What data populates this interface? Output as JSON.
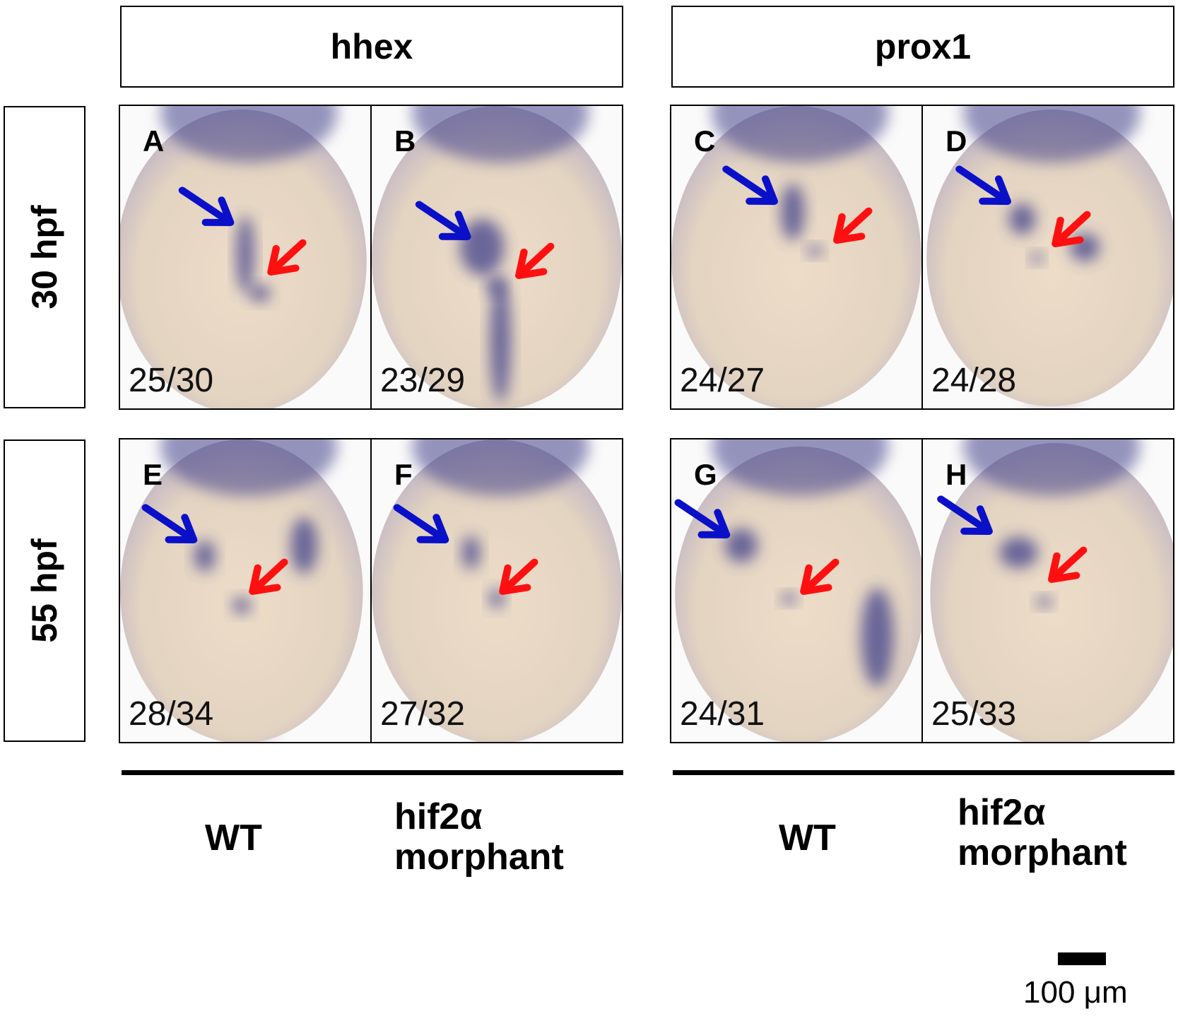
{
  "genes": [
    "hhex",
    "prox1"
  ],
  "timepoints": [
    "30 hpf",
    "55 hpf"
  ],
  "panels": [
    {
      "letter": "A",
      "count": "25/30"
    },
    {
      "letter": "B",
      "count": "23/29"
    },
    {
      "letter": "C",
      "count": "24/27"
    },
    {
      "letter": "D",
      "count": "24/28"
    },
    {
      "letter": "E",
      "count": "28/34"
    },
    {
      "letter": "F",
      "count": "27/32"
    },
    {
      "letter": "G",
      "count": "24/31"
    },
    {
      "letter": "H",
      "count": "25/33"
    }
  ],
  "conditions": {
    "wt": "WT",
    "morphant_line1": "hif2α",
    "morphant_line2": "morphant"
  },
  "scale_bar": {
    "label": "100 μm"
  },
  "colors": {
    "blue_arrow": "#0a10c8",
    "red_arrow": "#ff1010",
    "stain": "#3f3f8a",
    "tissue": "#e3d3c1"
  }
}
